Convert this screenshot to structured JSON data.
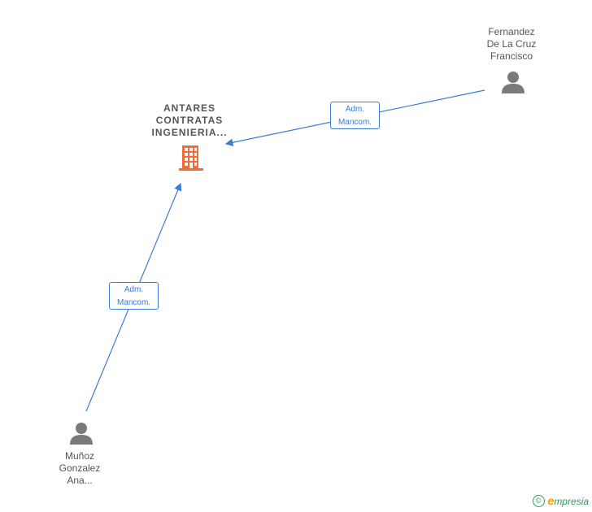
{
  "company": {
    "name_lines": [
      "ANTARES",
      "CONTRATAS",
      "INGENIERIA..."
    ],
    "icon": "building-icon",
    "color": "#f26b3a"
  },
  "persons": [
    {
      "id": "fernandez",
      "name_lines": [
        "Fernandez",
        "De La Cruz",
        "Francisco"
      ],
      "icon": "person-icon",
      "relation": [
        "Adm.",
        "Mancom."
      ]
    },
    {
      "id": "munoz",
      "name_lines": [
        "Muñoz",
        "Gonzalez",
        "Ana..."
      ],
      "icon": "person-icon",
      "relation": [
        "Adm.",
        "Mancom."
      ]
    }
  ],
  "colors": {
    "edge": "#3a7bd5",
    "person": "#7a7a7a"
  },
  "brand": {
    "copyright": "©",
    "name_initial": "e",
    "name_rest": "mpresia"
  }
}
